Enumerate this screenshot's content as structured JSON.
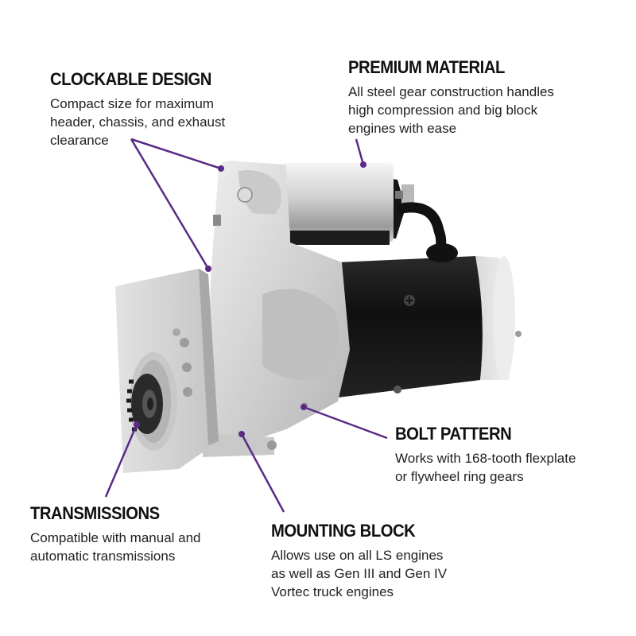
{
  "accent_color": "#5b2a86",
  "callouts": {
    "clockable": {
      "title": "CLOCKABLE DESIGN",
      "lines": [
        "Compact size for maximum",
        "header, chassis, and exhaust",
        "clearance"
      ]
    },
    "premium": {
      "title": "PREMIUM MATERIAL",
      "lines": [
        "All steel gear construction handles",
        "high compression and big block",
        "engines with ease"
      ]
    },
    "bolt": {
      "title": "BOLT PATTERN",
      "lines": [
        "Works with 168-tooth flexplate",
        "or flywheel ring gears"
      ]
    },
    "transmissions": {
      "title": "TRANSMISSIONS",
      "lines": [
        "Compatible with manual and",
        "automatic transmissions"
      ]
    },
    "mounting": {
      "title": "MOUNTING BLOCK",
      "lines": [
        "Allows use on all LS engines",
        "as well as Gen III and Gen IV",
        "Vortec truck engines"
      ]
    }
  }
}
